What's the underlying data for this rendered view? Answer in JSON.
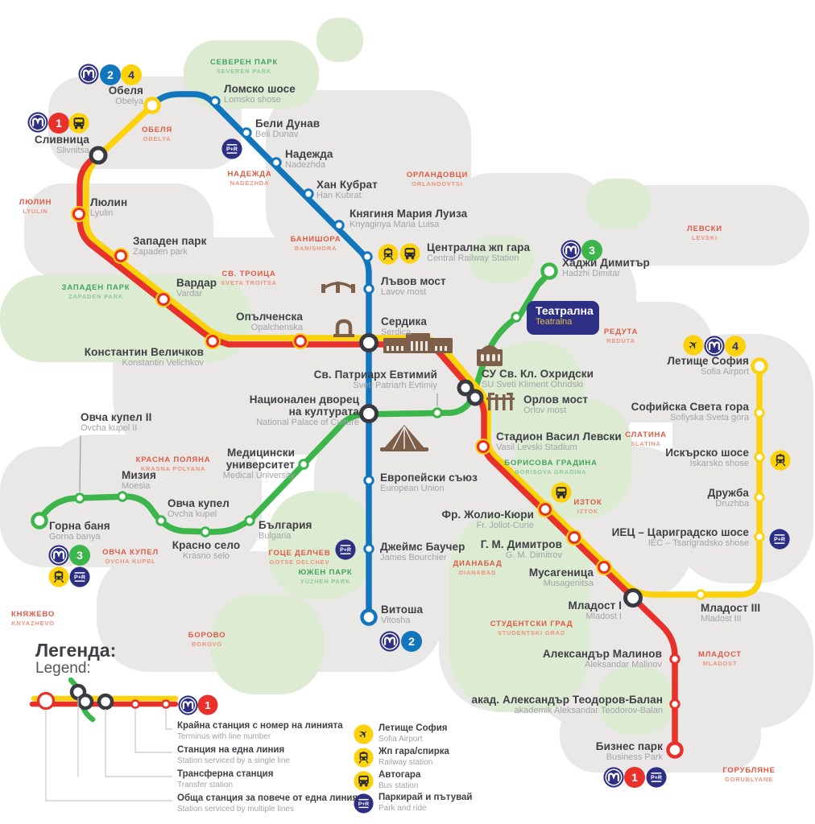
{
  "lines": {
    "m1": {
      "number": "1",
      "color": "#e8312a"
    },
    "m2": {
      "number": "2",
      "color": "#1276bd"
    },
    "m3": {
      "number": "3",
      "color": "#3cb54a"
    },
    "m4": {
      "number": "4",
      "color": "#fdd20a"
    }
  },
  "icons": {
    "park_ride_label": "P+R",
    "metro_logo_letter": "M"
  },
  "stations": {
    "obelya": {
      "bg": "Обеля",
      "en": "Obelya"
    },
    "slivnitsa": {
      "bg": "Сливница",
      "en": "Slivnitsa"
    },
    "lyulin": {
      "bg": "Люлин",
      "en": "Lyulin"
    },
    "zapaden_park": {
      "bg": "Западен парк",
      "en": "Zapaden park"
    },
    "vardar": {
      "bg": "Вардар",
      "en": "Vardar"
    },
    "k_velichkov": {
      "bg": "Константин Величков",
      "en": "Konstantin Velichkov"
    },
    "opalchenska": {
      "bg": "Опълченска",
      "en": "Opalchenska"
    },
    "serdika": {
      "bg": "Сердика",
      "en": "Serdica"
    },
    "lomsko_shose": {
      "bg": "Ломско шосе",
      "en": "Lomsko shose"
    },
    "beli_dunav": {
      "bg": "Бели Дунав",
      "en": "Beli Dunav"
    },
    "nadezhda": {
      "bg": "Надежда",
      "en": "Nadezhda"
    },
    "han_kubrat": {
      "bg": "Хан Кубрат",
      "en": "Han Kubrat"
    },
    "maria_luiza": {
      "bg": "Княгиня Мария Луиза",
      "en": "Knyaginya Maria Luisa"
    },
    "central_station": {
      "bg": "Централна жп гара",
      "en": "Central Railway Station"
    },
    "lavov_most": {
      "bg": "Лъвов мост",
      "en": "Lavov most"
    },
    "ndk": {
      "bg1": "Национален дворец",
      "bg2": "на културата",
      "en": "National Palace of Culture"
    },
    "sv_patriarh": {
      "bg": "Св. Патриарх Евтимий",
      "en": "Sveti Patriarh Evtimiy"
    },
    "evropeyski": {
      "bg": "Европейски съюз",
      "en": "European Union"
    },
    "james_bourchier": {
      "bg": "Джеймс Баучер",
      "en": "James Bourchier"
    },
    "vitosha": {
      "bg": "Витоша",
      "en": "Vitosha"
    },
    "su": {
      "bg": "СУ Св. Кл. Охридски",
      "en": "SU Sveti Kliment Ohridski"
    },
    "orlov_most": {
      "bg": "Орлов мост",
      "en": "Orlov most"
    },
    "teatralna": {
      "bg": "Театрална",
      "en": "Teatralna"
    },
    "hadzhi_dimitar": {
      "bg": "Хаджи Димитър",
      "en": "Hadzhi Dimitar"
    },
    "stadion": {
      "bg": "Стадион Васил Левски",
      "en": "Vasil Levski Stadium"
    },
    "airport": {
      "bg": "Летище София",
      "en": "Sofia Airport"
    },
    "sveta_gora": {
      "bg": "Софийска Света гора",
      "en": "Sofiyska Sveta gora"
    },
    "iskarsko": {
      "bg": "Искърско шосе",
      "en": "Iskarsko shose"
    },
    "druzhba": {
      "bg": "Дружба",
      "en": "Druzhba"
    },
    "iec": {
      "bg": "ИЕЦ – Цариградско шосе",
      "en": "IEC – Tsarigradsko shose"
    },
    "med_uni": {
      "bg1": "Медицински",
      "bg2": "университет",
      "en": "Medical University"
    },
    "ovcha_kupel2": {
      "bg": "Овча купел II",
      "en": "Ovcha kupel II"
    },
    "mizia": {
      "bg": "Мизия",
      "en": "Moesia"
    },
    "ovcha_kupel": {
      "bg": "Овча купел",
      "en": "Ovcha kupel"
    },
    "gorna_banya": {
      "bg": "Горна баня",
      "en": "Gorna banya"
    },
    "krasno_selo": {
      "bg": "Красно село",
      "en": "Krasno selo"
    },
    "bulgaria": {
      "bg": "България",
      "en": "Bulgaria"
    },
    "joliot_curie": {
      "bg": "Фр. Жолио-Кюри",
      "en": "Fr. Joliot-Curie"
    },
    "gm_dimitrov": {
      "bg": "Г. М. Димитров",
      "en": "G. M. Dimitrov"
    },
    "musagenitsa": {
      "bg": "Мусагеница",
      "en": "Musagenitsa"
    },
    "mladost1": {
      "bg": "Младост I",
      "en": "Mladost I"
    },
    "mladost3": {
      "bg": "Младост III",
      "en": "Mladost III"
    },
    "al_malinov": {
      "bg": "Александър Малинов",
      "en": "Aleksandar Malinov"
    },
    "teodorov_balan": {
      "bg": "акад. Александър Теодоров-Балан",
      "en": "akademik Aleksandar Teodorov-Balan"
    },
    "business_park": {
      "bg": "Бизнес парк",
      "en": "Business Park"
    }
  },
  "districts": {
    "severen_park": {
      "bg": "СЕВЕРЕН ПАРК",
      "en": "SEVEREN PARK"
    },
    "obelya": {
      "bg": "ОБЕЛЯ",
      "en": "OBELYA"
    },
    "nadezhda": {
      "bg": "НАДЕЖДА",
      "en": "NADEZHDA"
    },
    "orlandovtsi": {
      "bg": "ОРЛАНДОВЦИ",
      "en": "ORLANDOVTSI"
    },
    "lyulin": {
      "bg": "ЛЮЛИН",
      "en": "LYULIN"
    },
    "banishora": {
      "bg": "БАНИШОРА",
      "en": "BANISHORA"
    },
    "sv_troitsa": {
      "bg": "СВ. ТРОИЦА",
      "en": "SVETA TROITSA"
    },
    "zapaden_park": {
      "bg": "ЗАПАДЕН ПАРК",
      "en": "ZAPADEN PARK"
    },
    "levski": {
      "bg": "ЛЕВСКИ",
      "en": "LEVSKI"
    },
    "reduta": {
      "bg": "РЕДУТА",
      "en": "REDUTA"
    },
    "slatina": {
      "bg": "СЛАТИНА",
      "en": "SLATINA"
    },
    "krasna_polyana": {
      "bg": "КРАСНА ПОЛЯНА",
      "en": "KRASNA POLYANA"
    },
    "borisova_gradina": {
      "bg": "БОРИСОВА ГРАДИНА",
      "en": "BORISOVA GRADINA"
    },
    "iztok": {
      "bg": "ИЗТОК",
      "en": "IZTOK"
    },
    "ovcha_kupel": {
      "bg": "ОВЧА КУПЕЛ",
      "en": "OVCHA KUPEL"
    },
    "gotse_delchev": {
      "bg": "ГОЦЕ ДЕЛЧЕВ",
      "en": "GOTSE DELCHEV"
    },
    "yuzhen_park": {
      "bg": "ЮЖЕН ПАРК",
      "en": "YUZHEN PARK"
    },
    "dianabad": {
      "bg": "ДИАНАБАД",
      "en": "DIANABAD"
    },
    "knyazhevo": {
      "bg": "КНЯЖЕВО",
      "en": "KNYAZHEVO"
    },
    "studentski_grad": {
      "bg": "СТУДЕНТСКИ ГРАД",
      "en": "STUDENTSKI GRAD"
    },
    "borovo": {
      "bg": "БОРОВО",
      "en": "BOROVO"
    },
    "mladost": {
      "bg": "МЛАДОСТ",
      "en": "MLADOST"
    },
    "gorublyane": {
      "bg": "ГОРУБЛЯНЕ",
      "en": "GORUBLYANE"
    }
  },
  "legend": {
    "title_bg": "Легенда:",
    "title_en": "Legend:",
    "items": [
      {
        "bg": "Крайна станция с номер на линията",
        "en": "Terminus with line number"
      },
      {
        "bg": "Станция на една линия",
        "en": "Station serviced by a single line"
      },
      {
        "bg": "Трансферна станция",
        "en": "Transfer station"
      },
      {
        "bg": "Обща станция за повече от една линия",
        "en": "Station serviced by multiple lines"
      }
    ],
    "poi": [
      {
        "bg": "Летище София",
        "en": "Sofia Airport"
      },
      {
        "bg": "Жп гара/спирка",
        "en": "Railway station"
      },
      {
        "bg": "Автогара",
        "en": "Bus station"
      },
      {
        "bg": "Паркирай и пътувай",
        "en": "Park and ride"
      }
    ]
  }
}
